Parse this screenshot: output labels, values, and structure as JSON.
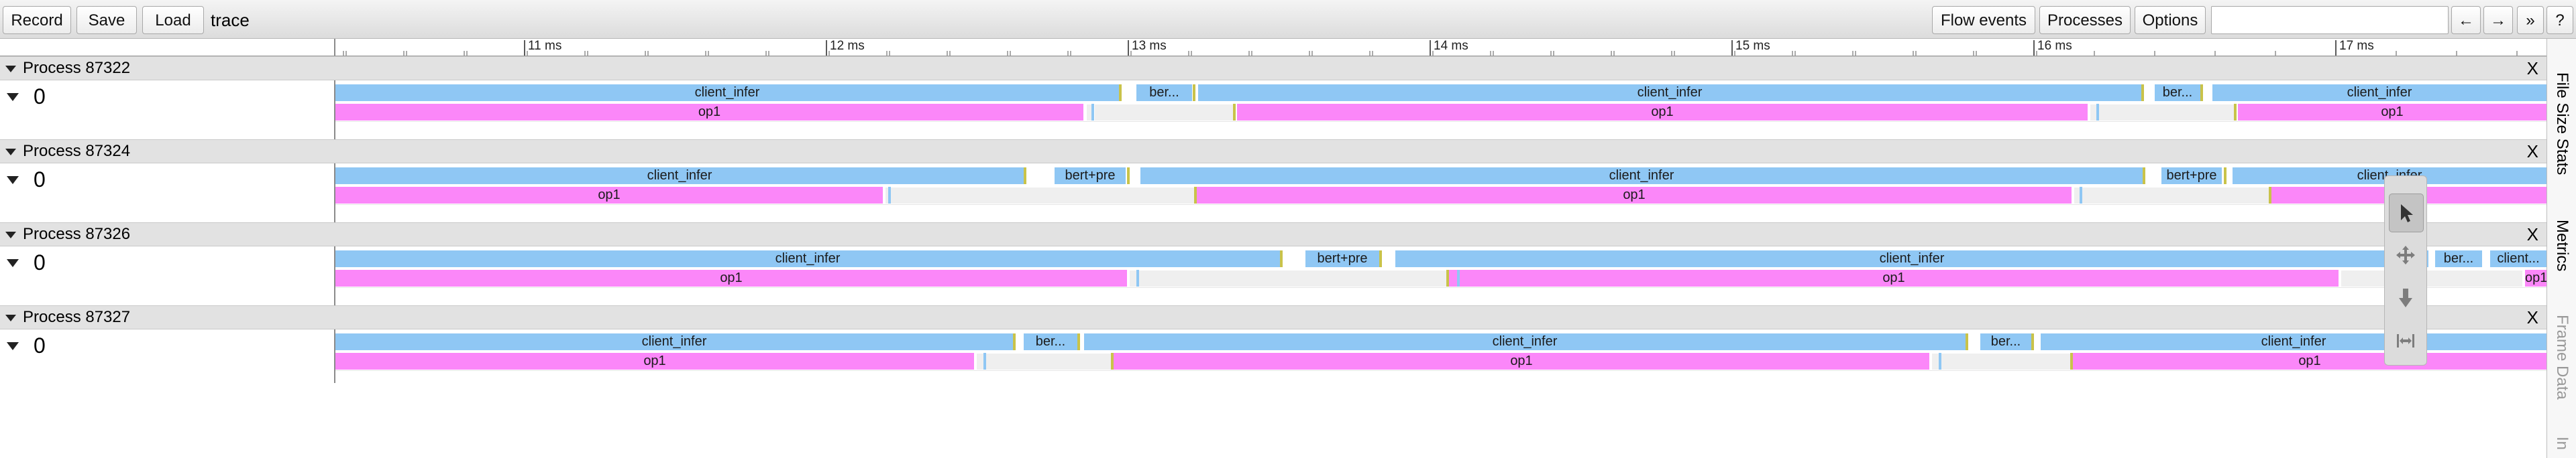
{
  "toolbar": {
    "record_label": "Record",
    "save_label": "Save",
    "load_label": "Load",
    "trace_name": "trace",
    "flow_events_label": "Flow events",
    "processes_label": "Processes",
    "options_label": "Options",
    "search_value": "",
    "prev_label": "←",
    "next_label": "→",
    "expand_label": "»",
    "help_label": "?"
  },
  "ruler": {
    "ticks": [
      "11 ms",
      "12 ms",
      "13 ms",
      "14 ms",
      "15 ms",
      "16 ms",
      "17 ms"
    ]
  },
  "processes": [
    {
      "title": "Process 87322",
      "close_label": "X",
      "thread": "0",
      "row1": [
        {
          "label": "client_infer"
        },
        {
          "label": "ber..."
        },
        {
          "label": "client_infer"
        },
        {
          "label": "ber..."
        },
        {
          "label": "client_infer"
        }
      ],
      "row2": [
        {
          "label": "op1"
        },
        {
          "label": "op1"
        },
        {
          "label": "op1"
        }
      ]
    },
    {
      "title": "Process 87324",
      "close_label": "X",
      "thread": "0",
      "row1": [
        {
          "label": "client_infer"
        },
        {
          "label": "bert+pre"
        },
        {
          "label": "client_infer"
        },
        {
          "label": "bert+pre"
        },
        {
          "label": "client_infer"
        }
      ],
      "row2": [
        {
          "label": "op1"
        },
        {
          "label": "op1"
        },
        {
          "label": "op1"
        }
      ]
    },
    {
      "title": "Process 87326",
      "close_label": "X",
      "thread": "0",
      "row1": [
        {
          "label": "client_infer"
        },
        {
          "label": "bert+pre"
        },
        {
          "label": "client_infer"
        },
        {
          "label": "ber..."
        },
        {
          "label": "client..."
        }
      ],
      "row2": [
        {
          "label": "op1"
        },
        {
          "label": "op1"
        },
        {
          "label": "op1"
        }
      ]
    },
    {
      "title": "Process 87327",
      "close_label": "X",
      "thread": "0",
      "row1": [
        {
          "label": "client_infer"
        },
        {
          "label": "ber..."
        },
        {
          "label": "client_infer"
        },
        {
          "label": "ber..."
        },
        {
          "label": "client_infer"
        }
      ],
      "row2": [
        {
          "label": "op1"
        },
        {
          "label": "op1"
        },
        {
          "label": "op1"
        }
      ]
    }
  ],
  "side_panel": {
    "tabs": [
      "File Size Stats",
      "Metrics",
      "Frame Data",
      "In"
    ]
  },
  "mode_selector": {
    "modes": [
      "selection-icon",
      "pan-icon",
      "zoom-icon",
      "timing-icon"
    ],
    "active": "selection-icon"
  },
  "colors": {
    "client_infer": "#8fc7f4",
    "bert": "#8fc7f4",
    "op1": "#fb87f9",
    "marker_olive": "#c9c34a",
    "marker_blue": "#8fc7f4"
  }
}
